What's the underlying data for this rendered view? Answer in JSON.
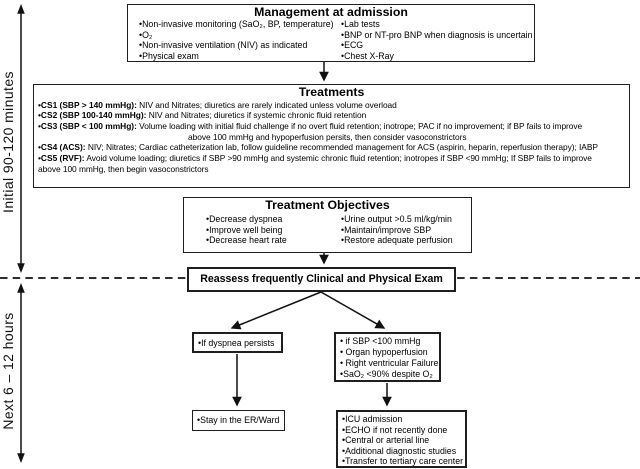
{
  "timeline": {
    "phase1_label": "Initial 90-120 minutes",
    "phase2_label": "Next 6 – 12 hours"
  },
  "admission": {
    "title": "Management at admission",
    "left_items": [
      "•Non-invasive monitoring (SaO₂, BP, temperature)",
      "•O₂",
      "•Non-invasive ventilation (NIV) as indicated",
      "•Physical exam"
    ],
    "right_items": [
      "•Lab tests",
      "•BNP or NT-pro BNP when diagnosis is uncertain",
      "•ECG",
      "•Chest X-Ray"
    ]
  },
  "treatments": {
    "title": "Treatments",
    "items": [
      {
        "label": "•CS1 (SBP > 140 mmHg):",
        "text": " NIV and Nitrates; diuretics are rarely indicated unless volume overload"
      },
      {
        "label": "•CS2 (SBP 100-140 mmHg):",
        "text": " NIV and Nitrates; diuretics if systemic chronic fluid retention"
      },
      {
        "label": "•CS3 (SBP < 100 mmHg):",
        "text": " Volume loading with initial fluid challenge if no overt fluid retention; inotrope; PAC if no improvement; if BP fails to improve",
        "cont": "above 100 mmHg and hypoperfusion persits, then consider vasoconstrictors"
      },
      {
        "label": "•CS4 (ACS):",
        "text": " NIV; Nitrates; Cardiac catheterization lab, follow guideline recommended management for ACS (aspirin, heparin, reperfusion therapy); IABP"
      },
      {
        "label": "•CS5 (RVF):",
        "text": " Avoid volume loading; diuretics if SBP >90 mmHg and systemic chronic fluid retention; inotropes if SBP <90 mmHg; If SBP fails to improve",
        "cont": "above 100 mmHg, then begin vasoconstrictors"
      }
    ]
  },
  "objectives": {
    "title": "Treatment Objectives",
    "left_items": [
      "•Decrease dyspnea",
      "•Improve well being",
      "•Decrease heart rate"
    ],
    "right_items": [
      "•Urine output >0.5 ml/kg/min",
      "•Maintain/improve SBP",
      "•Restore adequate perfusion"
    ]
  },
  "reassess": {
    "label": "Reassess frequently Clinical and Physical Exam"
  },
  "left_branch": {
    "condition": "•If dyspnea persists",
    "outcome": "•Stay in the ER/Ward"
  },
  "right_branch": {
    "conditions": [
      "• if SBP <100 mmHg",
      "• Organ hypoperfusion",
      "• Right ventricular Failure",
      "•SaO₂ <90% despite O₂"
    ],
    "outcomes": [
      "•ICU admission",
      "•ECHO if not recently done",
      "•Central or arterial line",
      "•Additional diagnostic studies",
      "•Transfer to tertiary care center"
    ]
  }
}
